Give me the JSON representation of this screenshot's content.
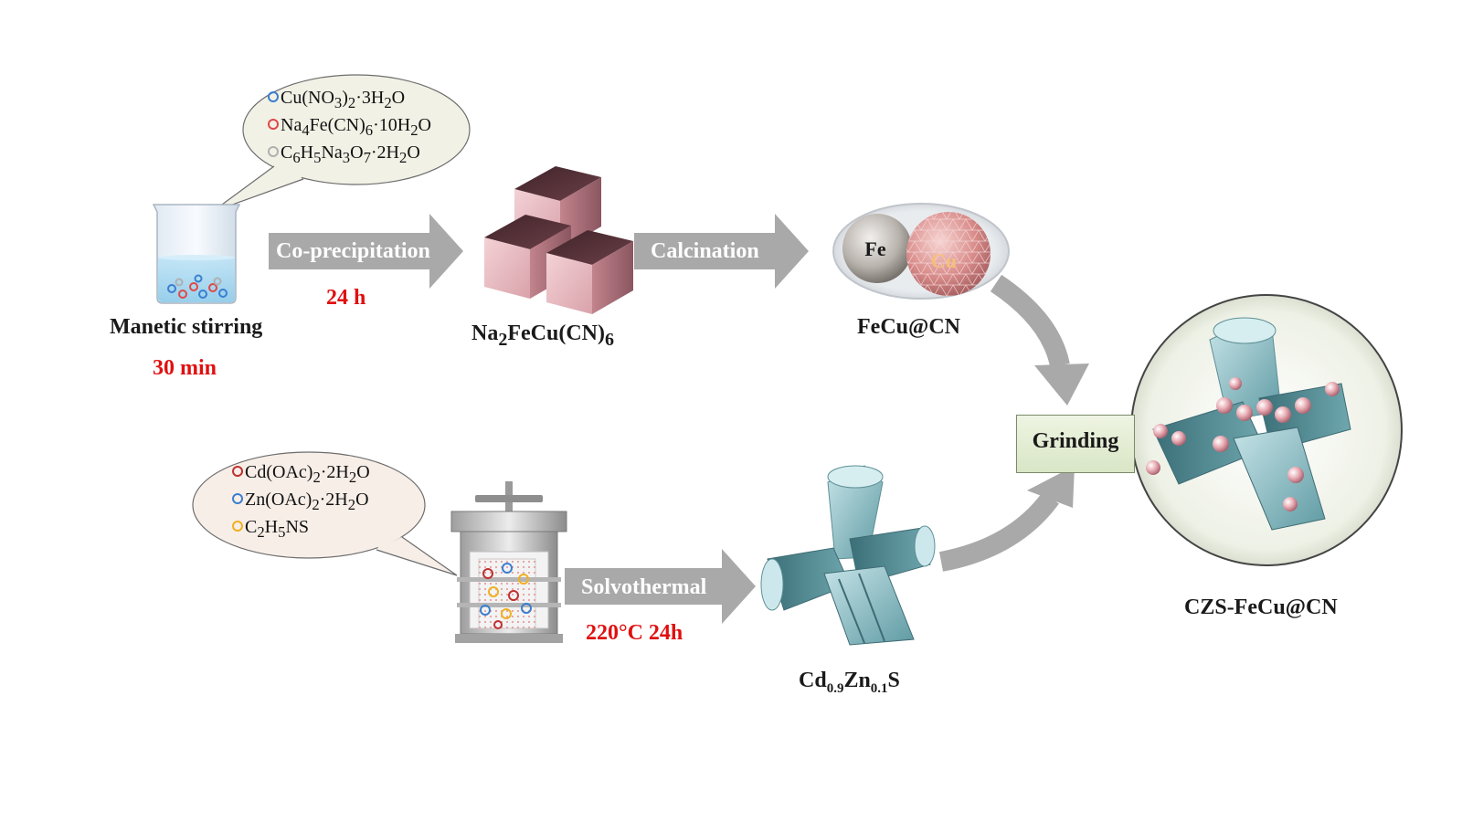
{
  "steps": {
    "stirring": {
      "label": "Manetic stirring",
      "time": "30 min"
    },
    "coprecipitation": {
      "label": "Co-precipitation",
      "time": "24 h"
    },
    "calcination": {
      "label": "Calcination"
    },
    "solvothermal": {
      "label": "Solvothermal",
      "time": "220°C 24h"
    },
    "grinding": {
      "label": "Grinding"
    }
  },
  "reagents_top": [
    {
      "formula": "Cu(NO3)2·3H2O",
      "color": "#3a7fd0"
    },
    {
      "formula": "Na4Fe(CN)6·10H2O",
      "color": "#e04848"
    },
    {
      "formula": "C6H5Na3O7·2H2O",
      "color": "#b0b0b0"
    }
  ],
  "reagents_bottom": [
    {
      "formula": "Cd(OAc)2·2H2O",
      "color": "#c03030"
    },
    {
      "formula": "Zn(OAc)2·2H2O",
      "color": "#3a7fd0"
    },
    {
      "formula": "C2H5NS",
      "color": "#f0b020"
    }
  ],
  "products": {
    "pba": "Na2FeCu(CN)6",
    "fecu": "FeCu@CN",
    "czs": "Cd0.9Zn0.1S",
    "final": "CZS-FeCu@CN"
  },
  "sphere_labels": {
    "fe": "Fe",
    "cu": "Cu"
  },
  "colors": {
    "arrow": "#a9a9a9",
    "time": "#e01010",
    "cube": "#e8b9bf",
    "tetrapod": "#8fc1c8"
  }
}
